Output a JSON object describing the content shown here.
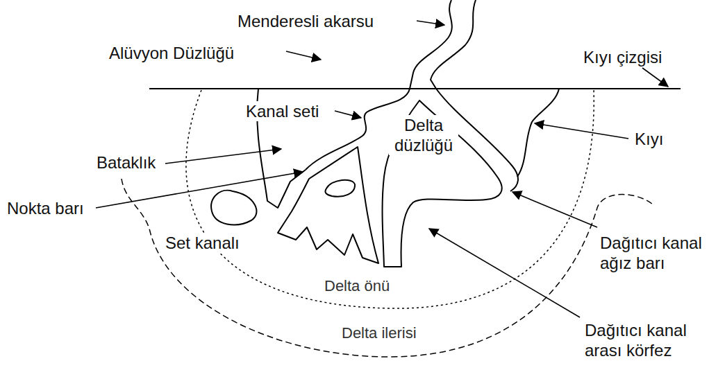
{
  "diagram": {
    "labels": [
      "Menderesli akarsu",
      "Alüvyon Düzlüğü",
      "Kıyı çizgisi",
      "Kanal seti",
      "Kıyı",
      "Delta düzlüğü",
      "Bataklık",
      "Nokta barı",
      "Set kanalı",
      "Dağıtıcı kanal ağız barı",
      "Delta önü",
      "Delta ilerisi",
      "Dağıtıcı kanal arası körfez"
    ]
  }
}
